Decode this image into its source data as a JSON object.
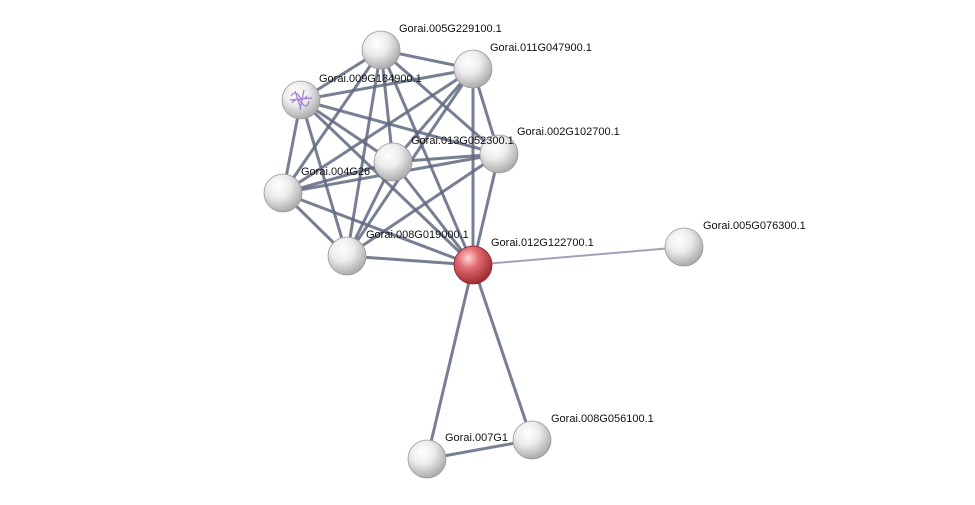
{
  "colors": {
    "edge": "#5f6880",
    "edge_light": "#8d93a6",
    "node_default": "#e2e2e2",
    "node_query": "#d9545a"
  },
  "nodes": [
    {
      "id": "n1",
      "label": "Gorai.005G229100.1",
      "query": false,
      "structure_icon": false
    },
    {
      "id": "n2",
      "label": "Gorai.011G047900.1",
      "query": false,
      "structure_icon": false
    },
    {
      "id": "n3",
      "label": "Gorai.009G184900.1",
      "query": false,
      "structure_icon": true
    },
    {
      "id": "n4",
      "label": "Gorai.002G102700.1",
      "query": false,
      "structure_icon": false
    },
    {
      "id": "n5",
      "label": "Gorai.013G052300.1",
      "query": false,
      "structure_icon": false
    },
    {
      "id": "n6",
      "label": "Gorai.004G26",
      "query": false,
      "structure_icon": false
    },
    {
      "id": "n7",
      "label": "Gorai.008G019000.1",
      "query": false,
      "structure_icon": false
    },
    {
      "id": "n8",
      "label": "Gorai.012G122700.1",
      "query": true,
      "structure_icon": false
    },
    {
      "id": "n9",
      "label": "Gorai.005G076300.1",
      "query": false,
      "structure_icon": false
    },
    {
      "id": "n10",
      "label": "Gorai.008G056100.1",
      "query": false,
      "structure_icon": false
    },
    {
      "id": "n11",
      "label": "Gorai.007G1",
      "query": false,
      "structure_icon": false
    }
  ],
  "edges": [
    [
      "n1",
      "n2"
    ],
    [
      "n1",
      "n3"
    ],
    [
      "n1",
      "n4"
    ],
    [
      "n1",
      "n5"
    ],
    [
      "n1",
      "n6"
    ],
    [
      "n1",
      "n7"
    ],
    [
      "n1",
      "n8"
    ],
    [
      "n2",
      "n3"
    ],
    [
      "n2",
      "n4"
    ],
    [
      "n2",
      "n5"
    ],
    [
      "n2",
      "n6"
    ],
    [
      "n2",
      "n7"
    ],
    [
      "n2",
      "n8"
    ],
    [
      "n3",
      "n4"
    ],
    [
      "n3",
      "n5"
    ],
    [
      "n3",
      "n6"
    ],
    [
      "n3",
      "n7"
    ],
    [
      "n3",
      "n8"
    ],
    [
      "n4",
      "n5"
    ],
    [
      "n4",
      "n6"
    ],
    [
      "n4",
      "n7"
    ],
    [
      "n4",
      "n8"
    ],
    [
      "n5",
      "n6"
    ],
    [
      "n5",
      "n7"
    ],
    [
      "n5",
      "n8"
    ],
    [
      "n6",
      "n7"
    ],
    [
      "n6",
      "n8"
    ],
    [
      "n7",
      "n8"
    ],
    [
      "n8",
      "n9"
    ],
    [
      "n8",
      "n10"
    ],
    [
      "n8",
      "n11"
    ],
    [
      "n10",
      "n11"
    ]
  ]
}
